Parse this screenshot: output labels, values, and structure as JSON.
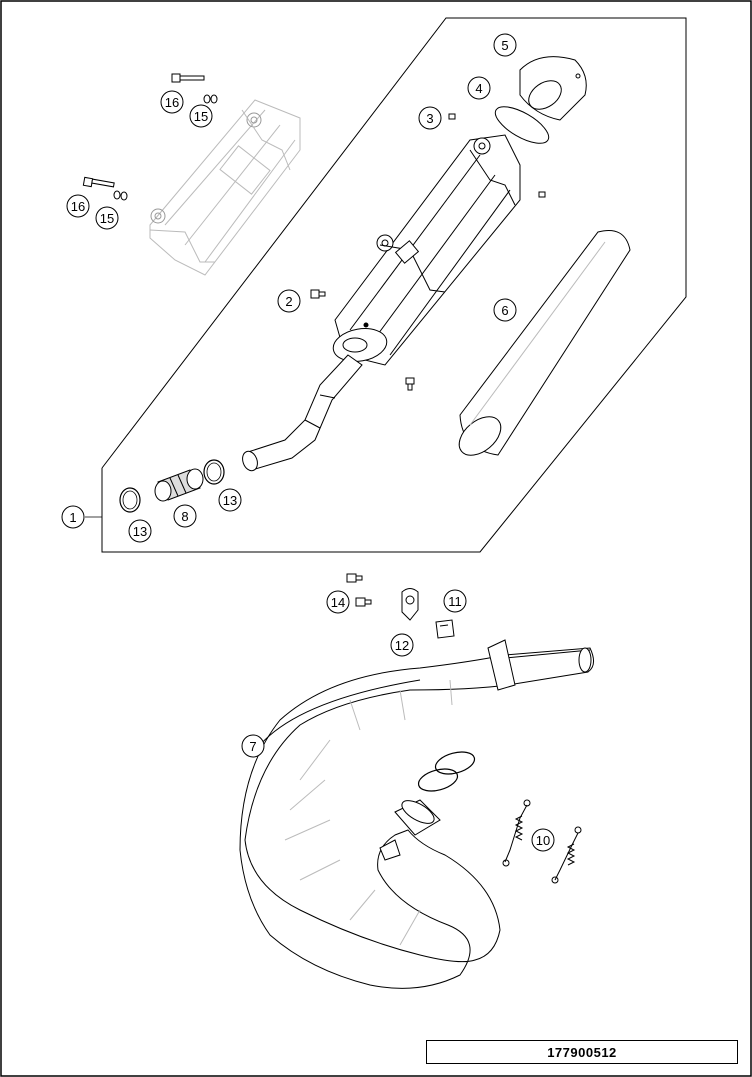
{
  "diagram": {
    "reference_number": "177900512",
    "callouts": [
      {
        "id": "c1",
        "label": "1"
      },
      {
        "id": "c2",
        "label": "2"
      },
      {
        "id": "c3",
        "label": "3"
      },
      {
        "id": "c4",
        "label": "4"
      },
      {
        "id": "c5",
        "label": "5"
      },
      {
        "id": "c6",
        "label": "6"
      },
      {
        "id": "c7",
        "label": "7"
      },
      {
        "id": "c8",
        "label": "8"
      },
      {
        "id": "c10",
        "label": "10"
      },
      {
        "id": "c11",
        "label": "11"
      },
      {
        "id": "c12",
        "label": "12"
      },
      {
        "id": "c13a",
        "label": "13"
      },
      {
        "id": "c13b",
        "label": "13"
      },
      {
        "id": "c14",
        "label": "14"
      },
      {
        "id": "c15a",
        "label": "15"
      },
      {
        "id": "c15b",
        "label": "15"
      },
      {
        "id": "c16a",
        "label": "16"
      },
      {
        "id": "c16b",
        "label": "16"
      }
    ]
  }
}
